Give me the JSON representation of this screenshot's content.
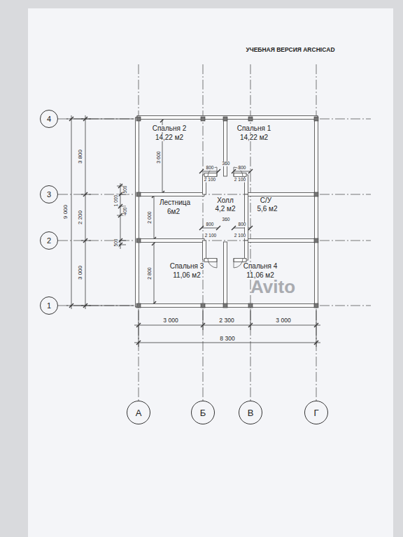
{
  "diagram": {
    "nodes": [
      {
        "text": [
          "4"
        ]
      },
      {
        "text": [
          "3"
        ]
      },
      {
        "text": [
          "2"
        ]
      },
      {
        "text": [
          "1"
        ]
      },
      {
        "text": [
          "А"
        ]
      },
      {
        "text": [
          "Б"
        ]
      },
      {
        "text": [
          "В"
        ]
      },
      {
        "text": [
          "Г"
        ]
      }
    ],
    "labels": [
      "УЧЕБНАЯ ВЕРСИЯ ARCHICAD",
      "Спальня 2",
      "14,22 м2",
      "Спальня 1",
      "14,22 м2",
      "Лестница",
      "6м2",
      "Холл",
      "4,2 м2",
      "С/У",
      "5,6 м2",
      "Спальня 3",
      "11,06 м2",
      "Спальня 4",
      "11,06 м2",
      "9 000",
      "3 800",
      "2 200",
      "3 000",
      "3 600",
      "2 000",
      "2 800",
      "500",
      "1 000",
      "400",
      "500",
      "800",
      "2 100",
      "360",
      "800",
      "2 100",
      "800",
      "2 100",
      "360",
      "800",
      "2 100",
      "3 000",
      "2 300",
      "3 000",
      "8 300",
      "Avito"
    ]
  }
}
